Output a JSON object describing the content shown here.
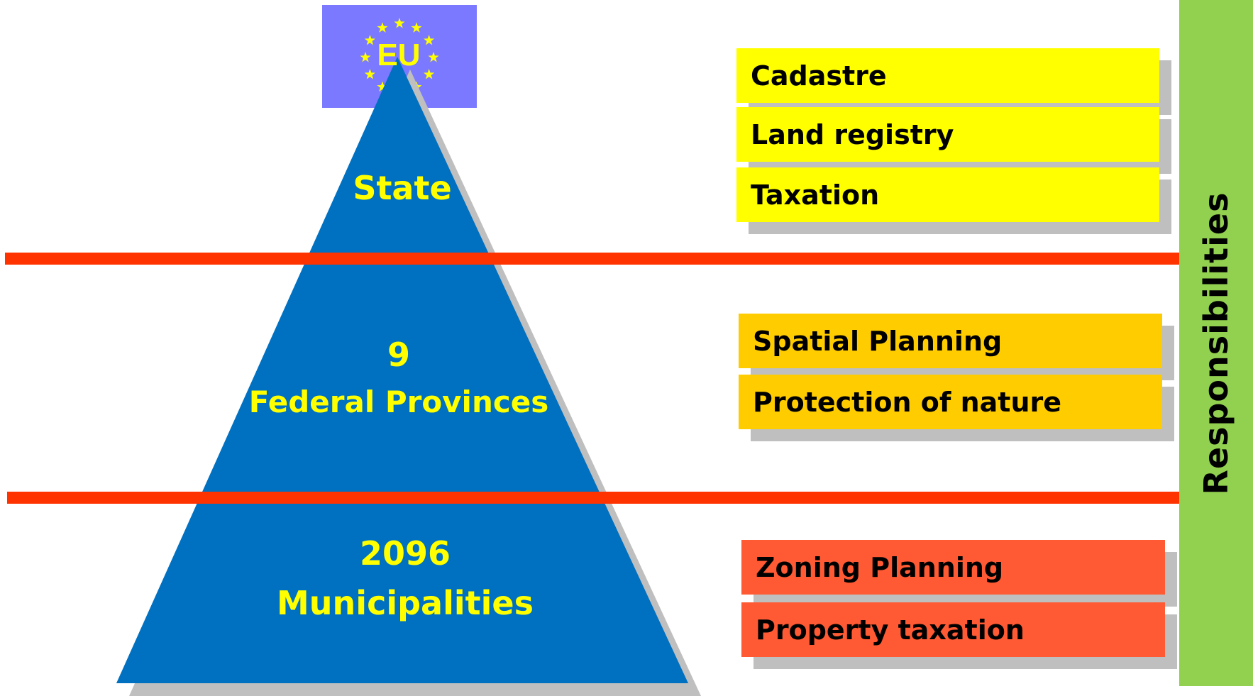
{
  "colors": {
    "pyramid": "#0070c0",
    "pyramid_shadow": "#bfbfbf",
    "divider": "#ff3300",
    "eu_flag": "#7a79ff",
    "label_text": "#ffff00",
    "level_state": "#ffff00",
    "level_provinces": "#ffcc00",
    "level_municipalities": "#ff5a33",
    "side_bar": "#92d050"
  },
  "eu": {
    "label": "EU",
    "icon": "eu-stars-icon"
  },
  "pyramid": {
    "state": {
      "label": "State"
    },
    "provinces": {
      "count": "9",
      "label": "Federal Provinces"
    },
    "municipalities": {
      "count": "2096",
      "label": "Municipalities"
    }
  },
  "responsibilities": {
    "title": "Responsibilities",
    "state": [
      "Cadastre",
      "Land registry",
      "Taxation"
    ],
    "provinces": [
      "Spatial Planning",
      "Protection of nature"
    ],
    "municipalities": [
      "Zoning Planning",
      "Property taxation"
    ]
  }
}
